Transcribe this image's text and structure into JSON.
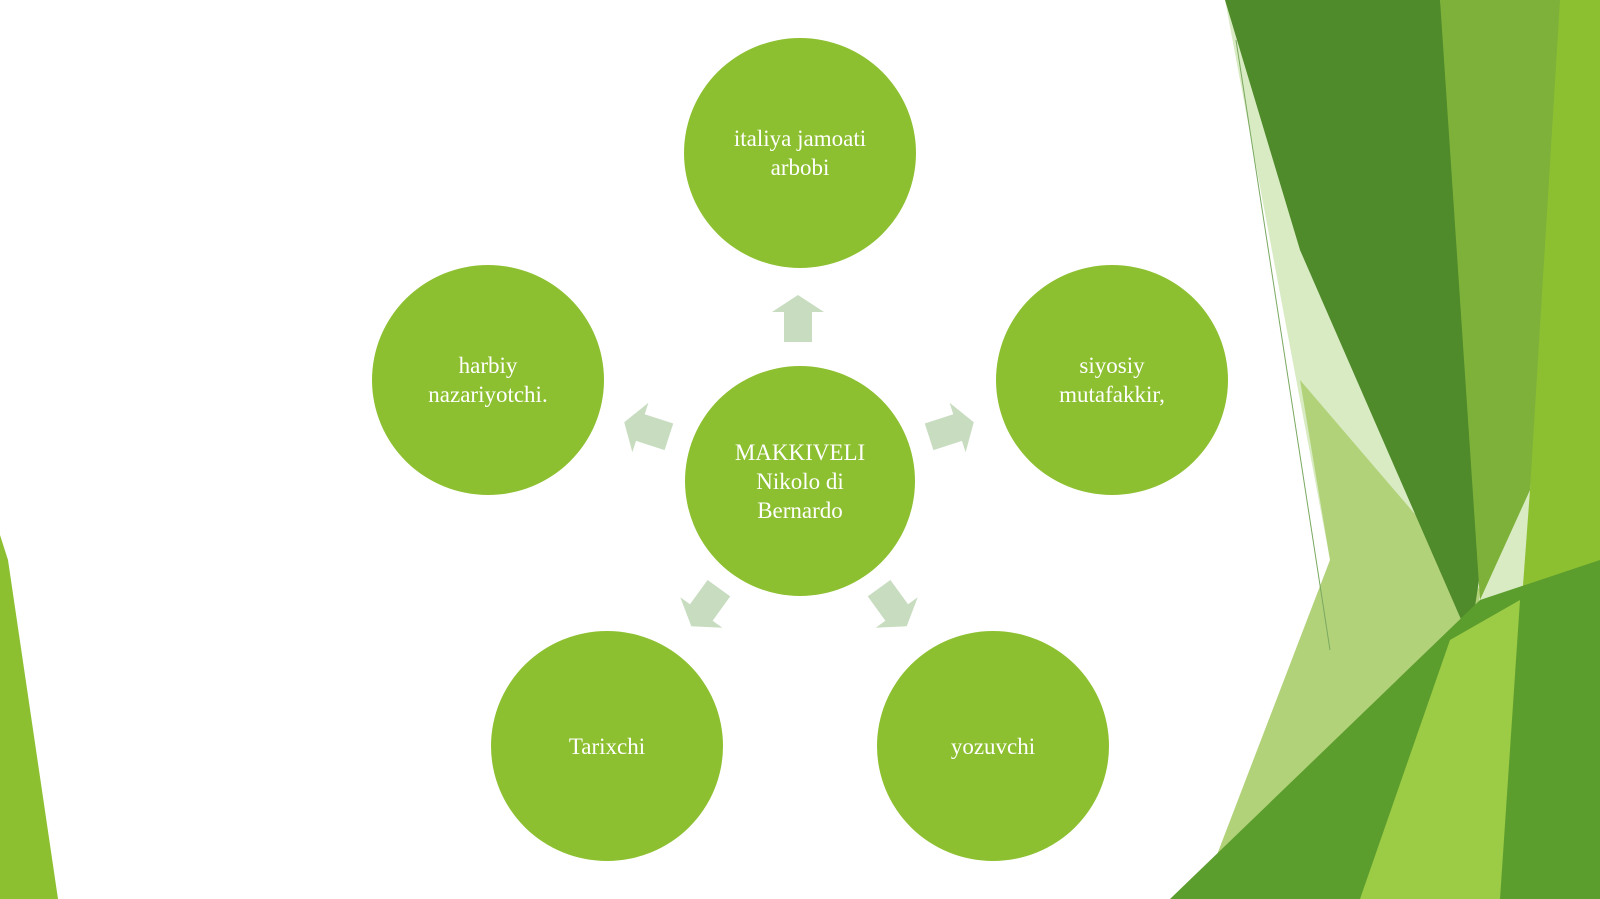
{
  "diagram": {
    "center": {
      "line1": "MAKKIVELI",
      "line2": "Nikolo di",
      "line3": "Bernardo"
    },
    "nodes": [
      {
        "id": "top",
        "line1": "italiya jamoati",
        "line2": "arbobi"
      },
      {
        "id": "right",
        "line1": "siyosiy",
        "line2": "mutafakkir,"
      },
      {
        "id": "bottom-right",
        "line1": "yozuvchi"
      },
      {
        "id": "bottom-left",
        "line1": "Tarixchi"
      },
      {
        "id": "left",
        "line1": "harbiy",
        "line2": "nazariyotchi."
      }
    ]
  },
  "colors": {
    "node_fill": "#8dc030",
    "arrow_fill": "#c8dcc0",
    "accent_dark": "#4f8a2b",
    "accent_light": "#8dc030"
  }
}
